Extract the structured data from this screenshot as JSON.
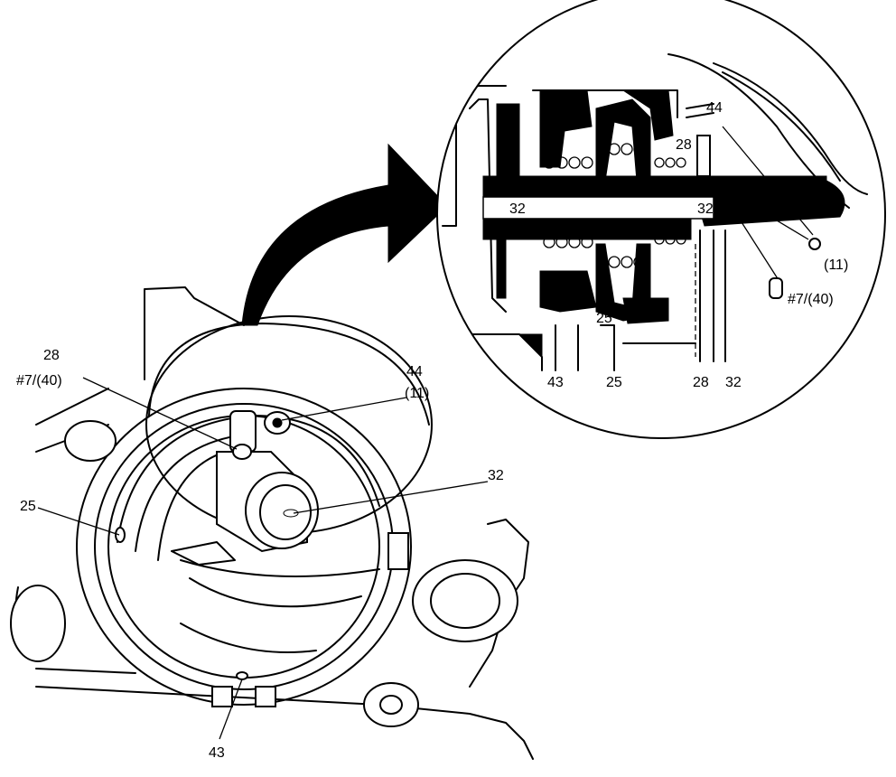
{
  "main_view_labels": {
    "l28": "28",
    "l7_40": "#7/(40)",
    "l44": "44",
    "l11": "(11)",
    "l32": "32",
    "l25": "25",
    "l43": "43"
  },
  "detail_view_labels": {
    "d44": "44",
    "d28": "28",
    "d32_left": "32",
    "d32_right": "32",
    "d11": "(11)",
    "d7_40": "#7/(40)",
    "d25": "25",
    "b43": "43",
    "b25": "25",
    "b28": "28",
    "b32": "32"
  }
}
